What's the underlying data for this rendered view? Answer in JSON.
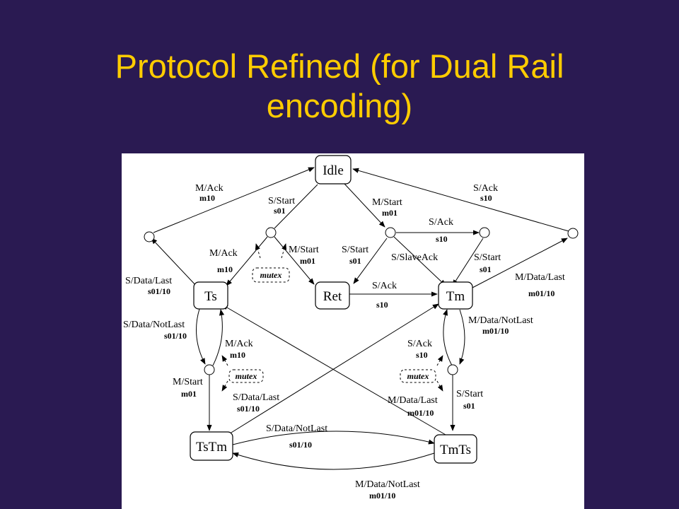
{
  "title": {
    "line1": "Protocol Refined (for Dual Rail",
    "line2": "encoding)"
  },
  "diagram": {
    "states": {
      "idle": "Idle",
      "ts": "Ts",
      "ret": "Ret",
      "tm": "Tm",
      "tstm": "TsTm",
      "tmts": "TmTs"
    },
    "mutex": "mutex",
    "labels": {
      "m_ack_top": "M/Ack",
      "m_ack_top_sub": "m10",
      "s_start_top": "S/Start",
      "s_start_top_sub": "s01",
      "m_start_top": "M/Start",
      "m_start_top_sub": "m01",
      "s_ack_top": "S/Ack",
      "s_ack_top_sub": "s10",
      "s_ack_mid": "S/Ack",
      "s_ack_mid_sub": "s10",
      "m_ack_left": "M/Ack",
      "m_ack_left_sub": "m10",
      "m_start_left": "M/Start",
      "m_start_left_sub": "m01",
      "s_start_ret": "S/Start",
      "s_start_ret_sub": "s01",
      "s_slaveack": "S/SlaveAck",
      "s_start_tm": "S/Start",
      "s_start_tm_sub": "s01",
      "s_data_last_ts": "S/Data/Last",
      "s_data_last_ts_sub": "s01/10",
      "s_ack_ret": "S/Ack",
      "s_ack_ret_sub": "s10",
      "m_data_last_tm": "M/Data/Last",
      "m_data_last_tm_sub": "m01/10",
      "s_data_notlast_ts": "S/Data/NotLast",
      "s_data_notlast_ts_sub": "s01/10",
      "m_data_notlast_tm": "M/Data/NotLast",
      "m_data_notlast_tm_sub": "m01/10",
      "m_ack_low": "M/Ack",
      "m_ack_low_sub": "m10",
      "s_ack_low": "S/Ack",
      "s_ack_low_sub": "s10",
      "m_start_low": "M/Start",
      "m_start_low_sub": "m01",
      "s_data_last_low": "S/Data/Last",
      "s_data_last_low_sub": "s01/10",
      "m_data_last_low": "M/Data/Last",
      "m_data_last_low_sub": "m01/10",
      "s_start_low": "S/Start",
      "s_start_low_sub": "s01",
      "s_data_notlast_bottom": "S/Data/NotLast",
      "s_data_notlast_bottom_sub": "s01/10",
      "m_data_notlast_bottom": "M/Data/NotLast",
      "m_data_notlast_bottom_sub": "m01/10"
    }
  }
}
